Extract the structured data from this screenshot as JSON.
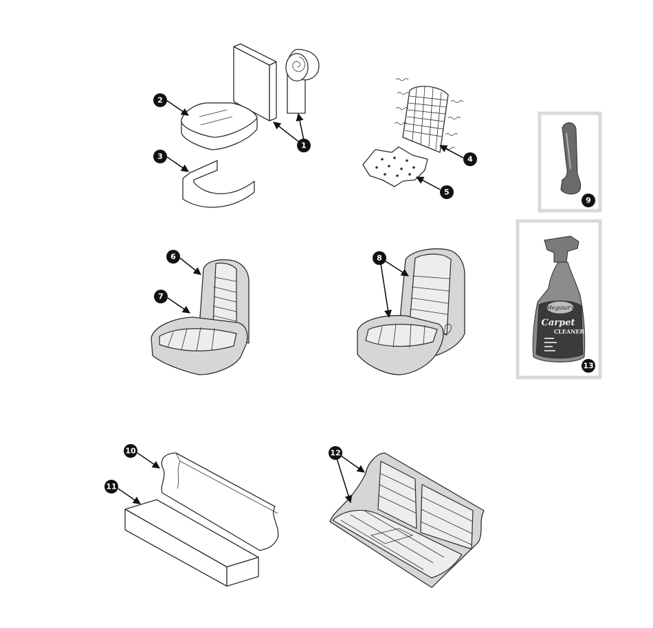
{
  "callouts": {
    "c1": "1",
    "c2": "2",
    "c3": "3",
    "c4": "4",
    "c5": "5",
    "c6": "6",
    "c7": "7",
    "c8": "8",
    "c9": "9",
    "c10": "10",
    "c11": "11",
    "c12": "12",
    "c13": "13"
  },
  "product": {
    "brand": "Meguiar's",
    "name_line1": "Carpet",
    "name_line2": "CLEANER"
  },
  "colors": {
    "ink": "#111111",
    "seat_fill": "#d6d6d6",
    "frame": "#d9d9d9"
  }
}
